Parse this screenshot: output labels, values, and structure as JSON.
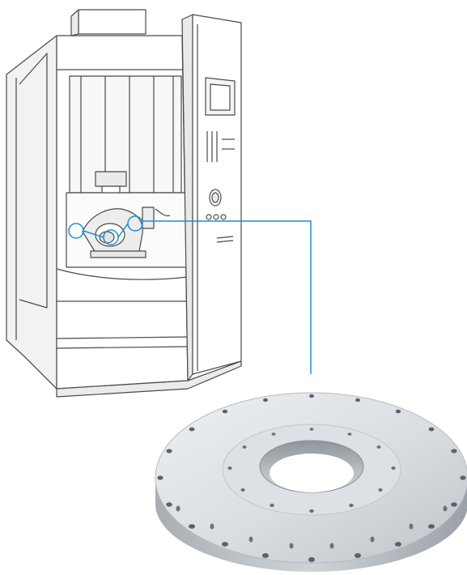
{
  "colors": {
    "background": "#ffffff",
    "outline": "#4a4a4a",
    "machine_fill": "#ffffff",
    "machine_shade": "#ebebeb",
    "accent": "#1a8fd0",
    "metal_light": "#e4e7ea",
    "metal_mid": "#c8ccd1",
    "metal_dark": "#9ea3aa",
    "hole": "#5c6068"
  },
  "illustration": {
    "machine": "cnc-milling-machine",
    "part": "flanged-bearing-ring",
    "control_panel_buttons": 3,
    "part_bolt_holes_outer": 20,
    "part_bolt_holes_inner": 12
  }
}
